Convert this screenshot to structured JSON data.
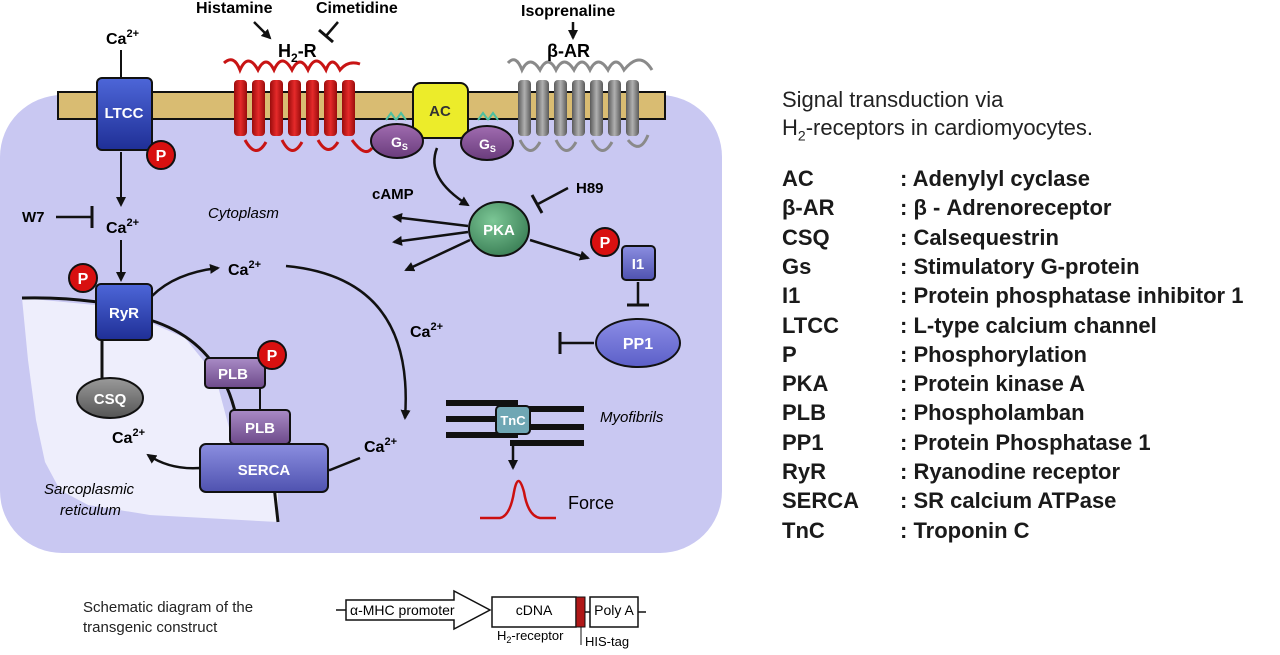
{
  "diagram": {
    "receptors": {
      "histamine": "Histamine",
      "cimetidine": "Cimetidine",
      "h2r": "H",
      "h2r_sub": "2",
      "h2r_suffix": "-R",
      "isoprenaline": "Isoprenaline",
      "bar": "β-AR"
    },
    "ca": "Ca",
    "ca_sup": "2+",
    "labels": {
      "ltcc": "LTCC",
      "p": "P",
      "ac": "AC",
      "gs": "G",
      "gs_sub": "S",
      "camp": "cAMP",
      "h89": "H89",
      "pka": "PKA",
      "w7": "W7",
      "cytoplasm": "Cytoplasm",
      "ryr": "RyR",
      "i1": "I1",
      "pp1": "PP1",
      "csq": "CSQ",
      "plb": "PLB",
      "serca": "SERCA",
      "tnc": "TnC",
      "myofibrils": "Myofibrils",
      "force": "Force",
      "sr_line1": "Sarcoplasmic",
      "sr_line2": "reticulum"
    },
    "construct": {
      "title_line1": "Schematic diagram of the",
      "title_line2": "transgenic construct",
      "promoter": "α-MHC promoter",
      "cdna": "cDNA",
      "h2_receptor_pre": "H",
      "h2_receptor_sub": "2",
      "h2_receptor_post": "-receptor",
      "his_tag": "HIS-tag",
      "poly_a": "Poly A"
    }
  },
  "caption": {
    "line1": "Signal transduction via",
    "line2_pre": "H",
    "line2_sub": "2",
    "line2_post": "-receptors in cardiomyocytes."
  },
  "legend": [
    {
      "abbr": "AC",
      "desc": ": Adenylyl cyclase"
    },
    {
      "abbr": "β-AR",
      "desc": ": β - Adrenoreceptor"
    },
    {
      "abbr": "CSQ",
      "desc": ": Calsequestrin"
    },
    {
      "abbr": "Gs",
      "desc": ": Stimulatory G-protein"
    },
    {
      "abbr": "I1",
      "desc": ": Protein phosphatase inhibitor 1"
    },
    {
      "abbr": "LTCC",
      "desc": ": L-type calcium channel"
    },
    {
      "abbr": "P",
      "desc": ": Phosphorylation"
    },
    {
      "abbr": "PKA",
      "desc": ": Protein kinase A"
    },
    {
      "abbr": "PLB",
      "desc": ": Phospholamban"
    },
    {
      "abbr": "PP1",
      "desc": ": Protein Phosphatase 1"
    },
    {
      "abbr": "RyR",
      "desc": ": Ryanodine receptor"
    },
    {
      "abbr": "SERCA",
      "desc": ": SR calcium ATPase"
    },
    {
      "abbr": "TnC",
      "desc": ": Troponin C"
    }
  ],
  "colors": {
    "membrane": "#d9bc72",
    "cytoplasm": "#c9c8f2",
    "blue_protein": "#2e44b8",
    "red_receptor": "#d01818",
    "grey_receptor": "#8a8a8a",
    "purple": "#8a5a9e",
    "ac_yellow": "#ecec2a",
    "pka_green": "#4a9a6a",
    "p_red": "#d81010"
  }
}
